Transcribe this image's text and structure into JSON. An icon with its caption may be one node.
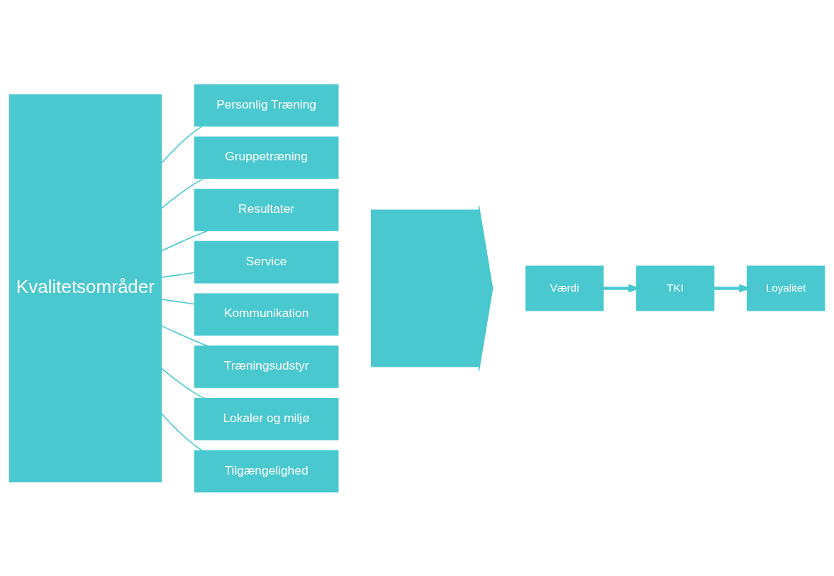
{
  "diagram": {
    "nodes": [
      {
        "text": [
          "Kvalitetsområder"
        ]
      },
      {
        "text": [
          "Personlig Træning"
        ]
      },
      {
        "text": [
          "Gruppetræning"
        ]
      },
      {
        "text": [
          "Resultater"
        ]
      },
      {
        "text": [
          "Service"
        ]
      },
      {
        "text": [
          "Kommunikation"
        ]
      },
      {
        "text": [
          "Træningsudstyr"
        ]
      },
      {
        "text": [
          "Lokaler og miljø"
        ]
      },
      {
        "text": [
          "Tilgængelighed"
        ]
      },
      {
        "text": [],
        "shape": "arrow"
      },
      {
        "text": [
          "Værdi"
        ]
      },
      {
        "text": [
          "TKI"
        ]
      },
      {
        "text": [
          "Loyalitet"
        ]
      }
    ],
    "edges": [
      {
        "from": 0,
        "to": 1,
        "arrow": "none"
      },
      {
        "from": 0,
        "to": 2,
        "arrow": "none"
      },
      {
        "from": 0,
        "to": 3,
        "arrow": "none"
      },
      {
        "from": 0,
        "to": 4,
        "arrow": "none"
      },
      {
        "from": 0,
        "to": 5,
        "arrow": "none"
      },
      {
        "from": 0,
        "to": 6,
        "arrow": "none"
      },
      {
        "from": 0,
        "to": 7,
        "arrow": "none"
      },
      {
        "from": 0,
        "to": 8,
        "arrow": "none"
      },
      {
        "from": 10,
        "to": 11,
        "arrow": "to",
        "style": "thick"
      },
      {
        "from": 11,
        "to": 12,
        "arrow": "to",
        "style": "thick"
      }
    ]
  }
}
